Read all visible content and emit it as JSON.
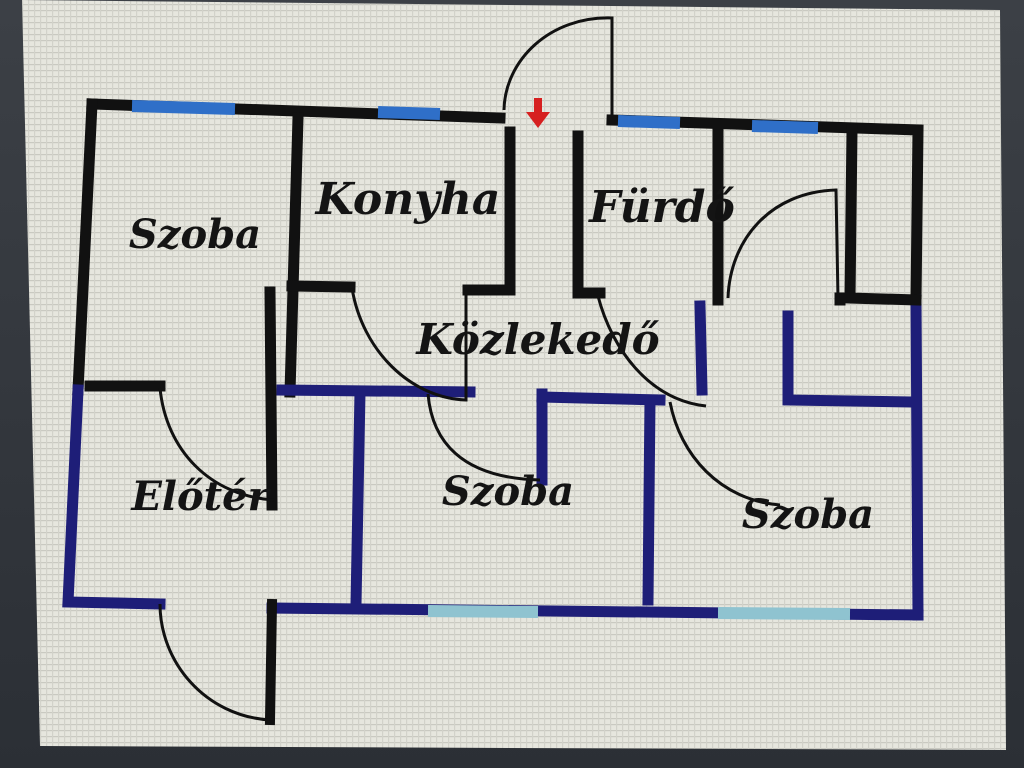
{
  "rooms": {
    "room_1": "Szoba",
    "kitchen": "Konyha",
    "bathroom": "Fürdő",
    "corridor": "Közlekedő",
    "hall": "Előtér",
    "room_2": "Szoba",
    "room_3": "Szoba"
  },
  "colors": {
    "paper": "#e4e4dc",
    "wall_black": "#111111",
    "wall_navy": "#1e1e78",
    "window_blue": "#2f6fc8",
    "window_light": "#8fc3d0",
    "arrow_red": "#d62020"
  },
  "icons": {
    "entrance_arrow": "down-arrow-icon"
  }
}
